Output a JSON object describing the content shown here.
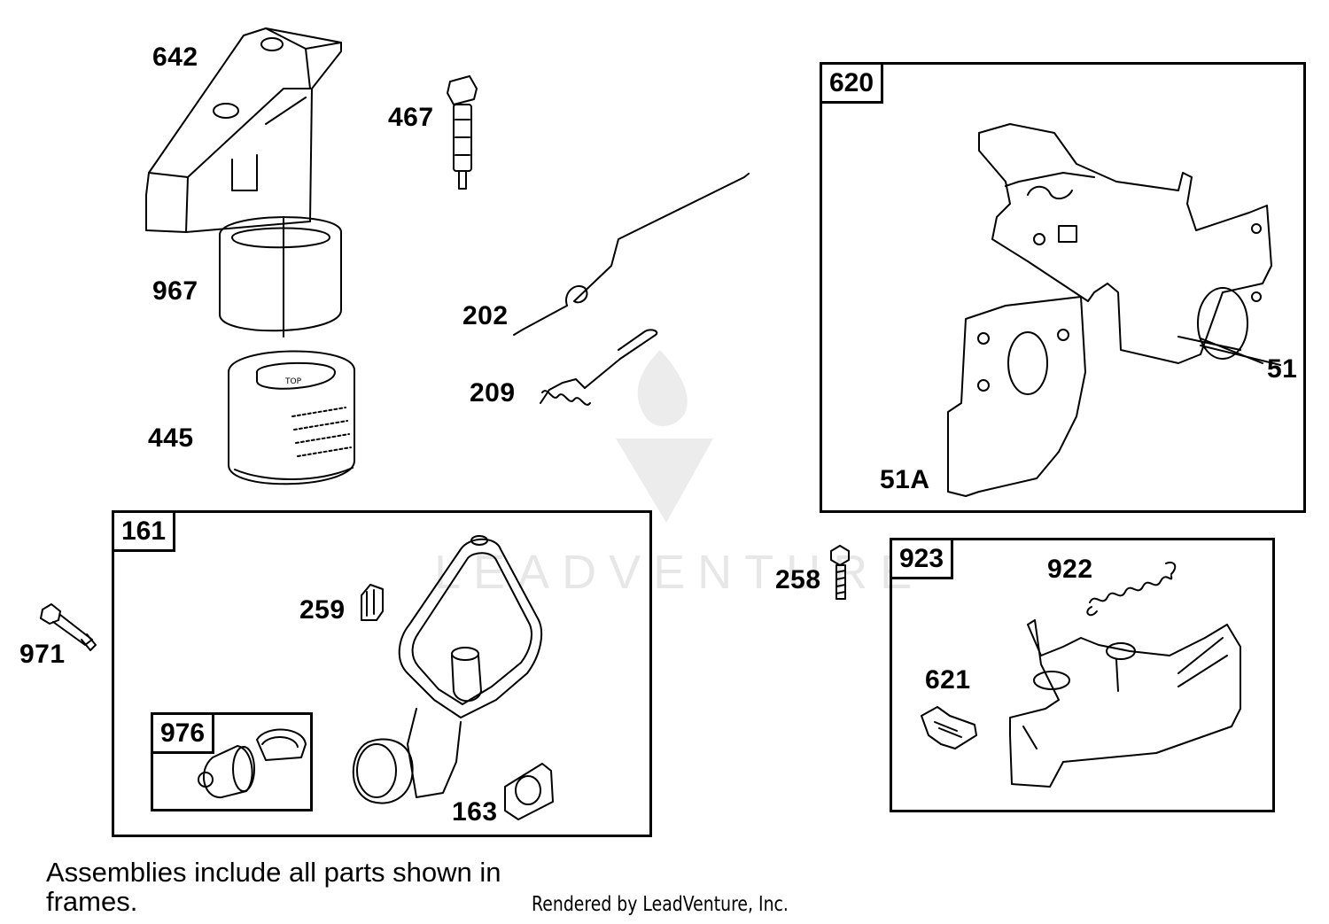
{
  "watermark": "LEADVENTURE",
  "callouts": {
    "p642": "642",
    "p467": "467",
    "p967": "967",
    "p202": "202",
    "p209": "209",
    "p445": "445",
    "p51": "51",
    "p51a": "51A",
    "p258": "258",
    "p922": "922",
    "p621": "621",
    "p971": "971",
    "p259": "259",
    "p163": "163"
  },
  "frames": {
    "f620": "620",
    "f161": "161",
    "f976": "976",
    "f923": "923"
  },
  "filter_top_text": "TOP",
  "footer": {
    "note": "Assemblies include all parts shown in frames.",
    "credit": "Rendered by LeadVenture, Inc."
  },
  "colors": {
    "ink": "#000000",
    "paper": "#ffffff",
    "watermark": "#e7e7e7"
  }
}
